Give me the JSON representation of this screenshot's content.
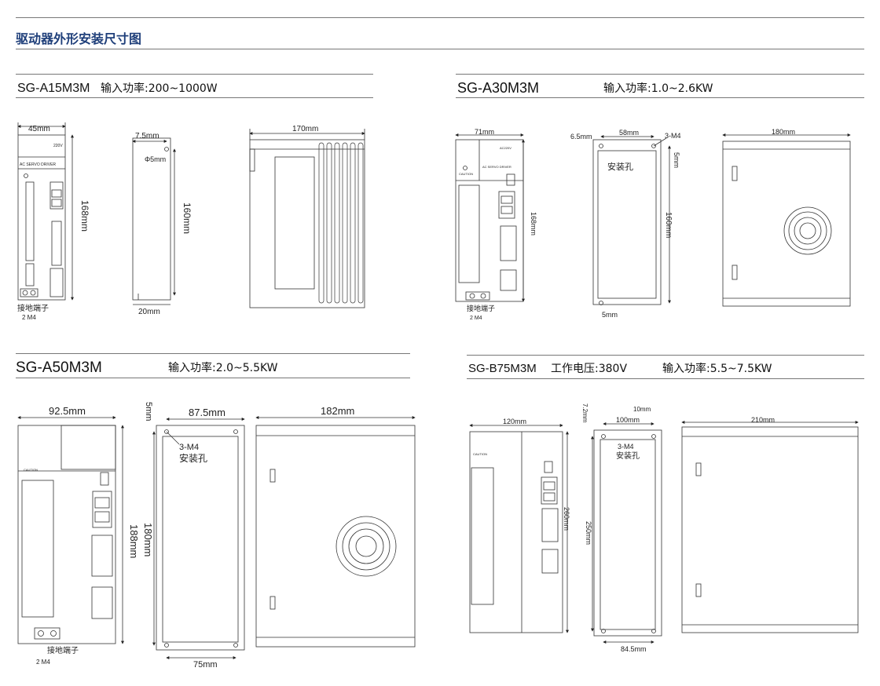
{
  "page": {
    "title": "驱动器外形安装尺寸图"
  },
  "sections": [
    {
      "model": "SG-A15M3M",
      "spec": "输入功率:200~1000W",
      "dims": {
        "front_width": "45mm",
        "front_height": "168mm",
        "side_top": "7.5mm",
        "hole": "Φ5mm",
        "side_height": "160mm",
        "side_bottom": "20mm",
        "depth": "170mm"
      },
      "panel": {
        "voltage": "220V",
        "name": "AC SERVO DRIVER"
      },
      "terminal": {
        "label": "接地端子",
        "screw": "2 M4"
      }
    },
    {
      "model": "SG-A30M3M",
      "spec": "输入功率:1.0~2.6KW",
      "dims": {
        "front_width": "71mm",
        "front_height": "168mm",
        "side_offset": "6.5mm",
        "side_width": "58mm",
        "screw": "3-M4",
        "top_gap": "5mm",
        "side_height": "160mm",
        "bottom_gap": "5mm",
        "depth": "180mm"
      },
      "panel": {
        "voltage": "AC220V",
        "name": "AC SERVO DRIVER",
        "caution": "CAUTION"
      },
      "hole_label": "安装孔",
      "terminal": {
        "label": "接地端子",
        "screw": "2 M4"
      }
    },
    {
      "model": "SG-A50M3M",
      "spec": "输入功率:2.0~5.5KW",
      "dims": {
        "front_width": "92.5mm",
        "front_height": "188mm",
        "top_gap": "5mm",
        "side_width": "87.5mm",
        "screw": "3-M4",
        "side_height": "180mm",
        "side_bottom": "75mm",
        "depth": "182mm"
      },
      "panel": {
        "caution": "CAUTION"
      },
      "hole_label": "安装孔",
      "terminal": {
        "label": "接地端子",
        "screw": "2 M4"
      }
    },
    {
      "model": "SG-B75M3M",
      "voltage_spec": "工作电压:380V",
      "spec": "输入功率:5.5~7.5KW",
      "dims": {
        "front_width": "120mm",
        "front_height": "260mm",
        "top_gap": "7.2mm",
        "side_top": "10mm",
        "side_width": "100mm",
        "screw": "3-M4",
        "side_height": "250mm",
        "side_bottom": "84.5mm",
        "depth": "210mm"
      },
      "panel": {
        "caution": "CAUTION"
      },
      "hole_label": "安装孔"
    }
  ]
}
